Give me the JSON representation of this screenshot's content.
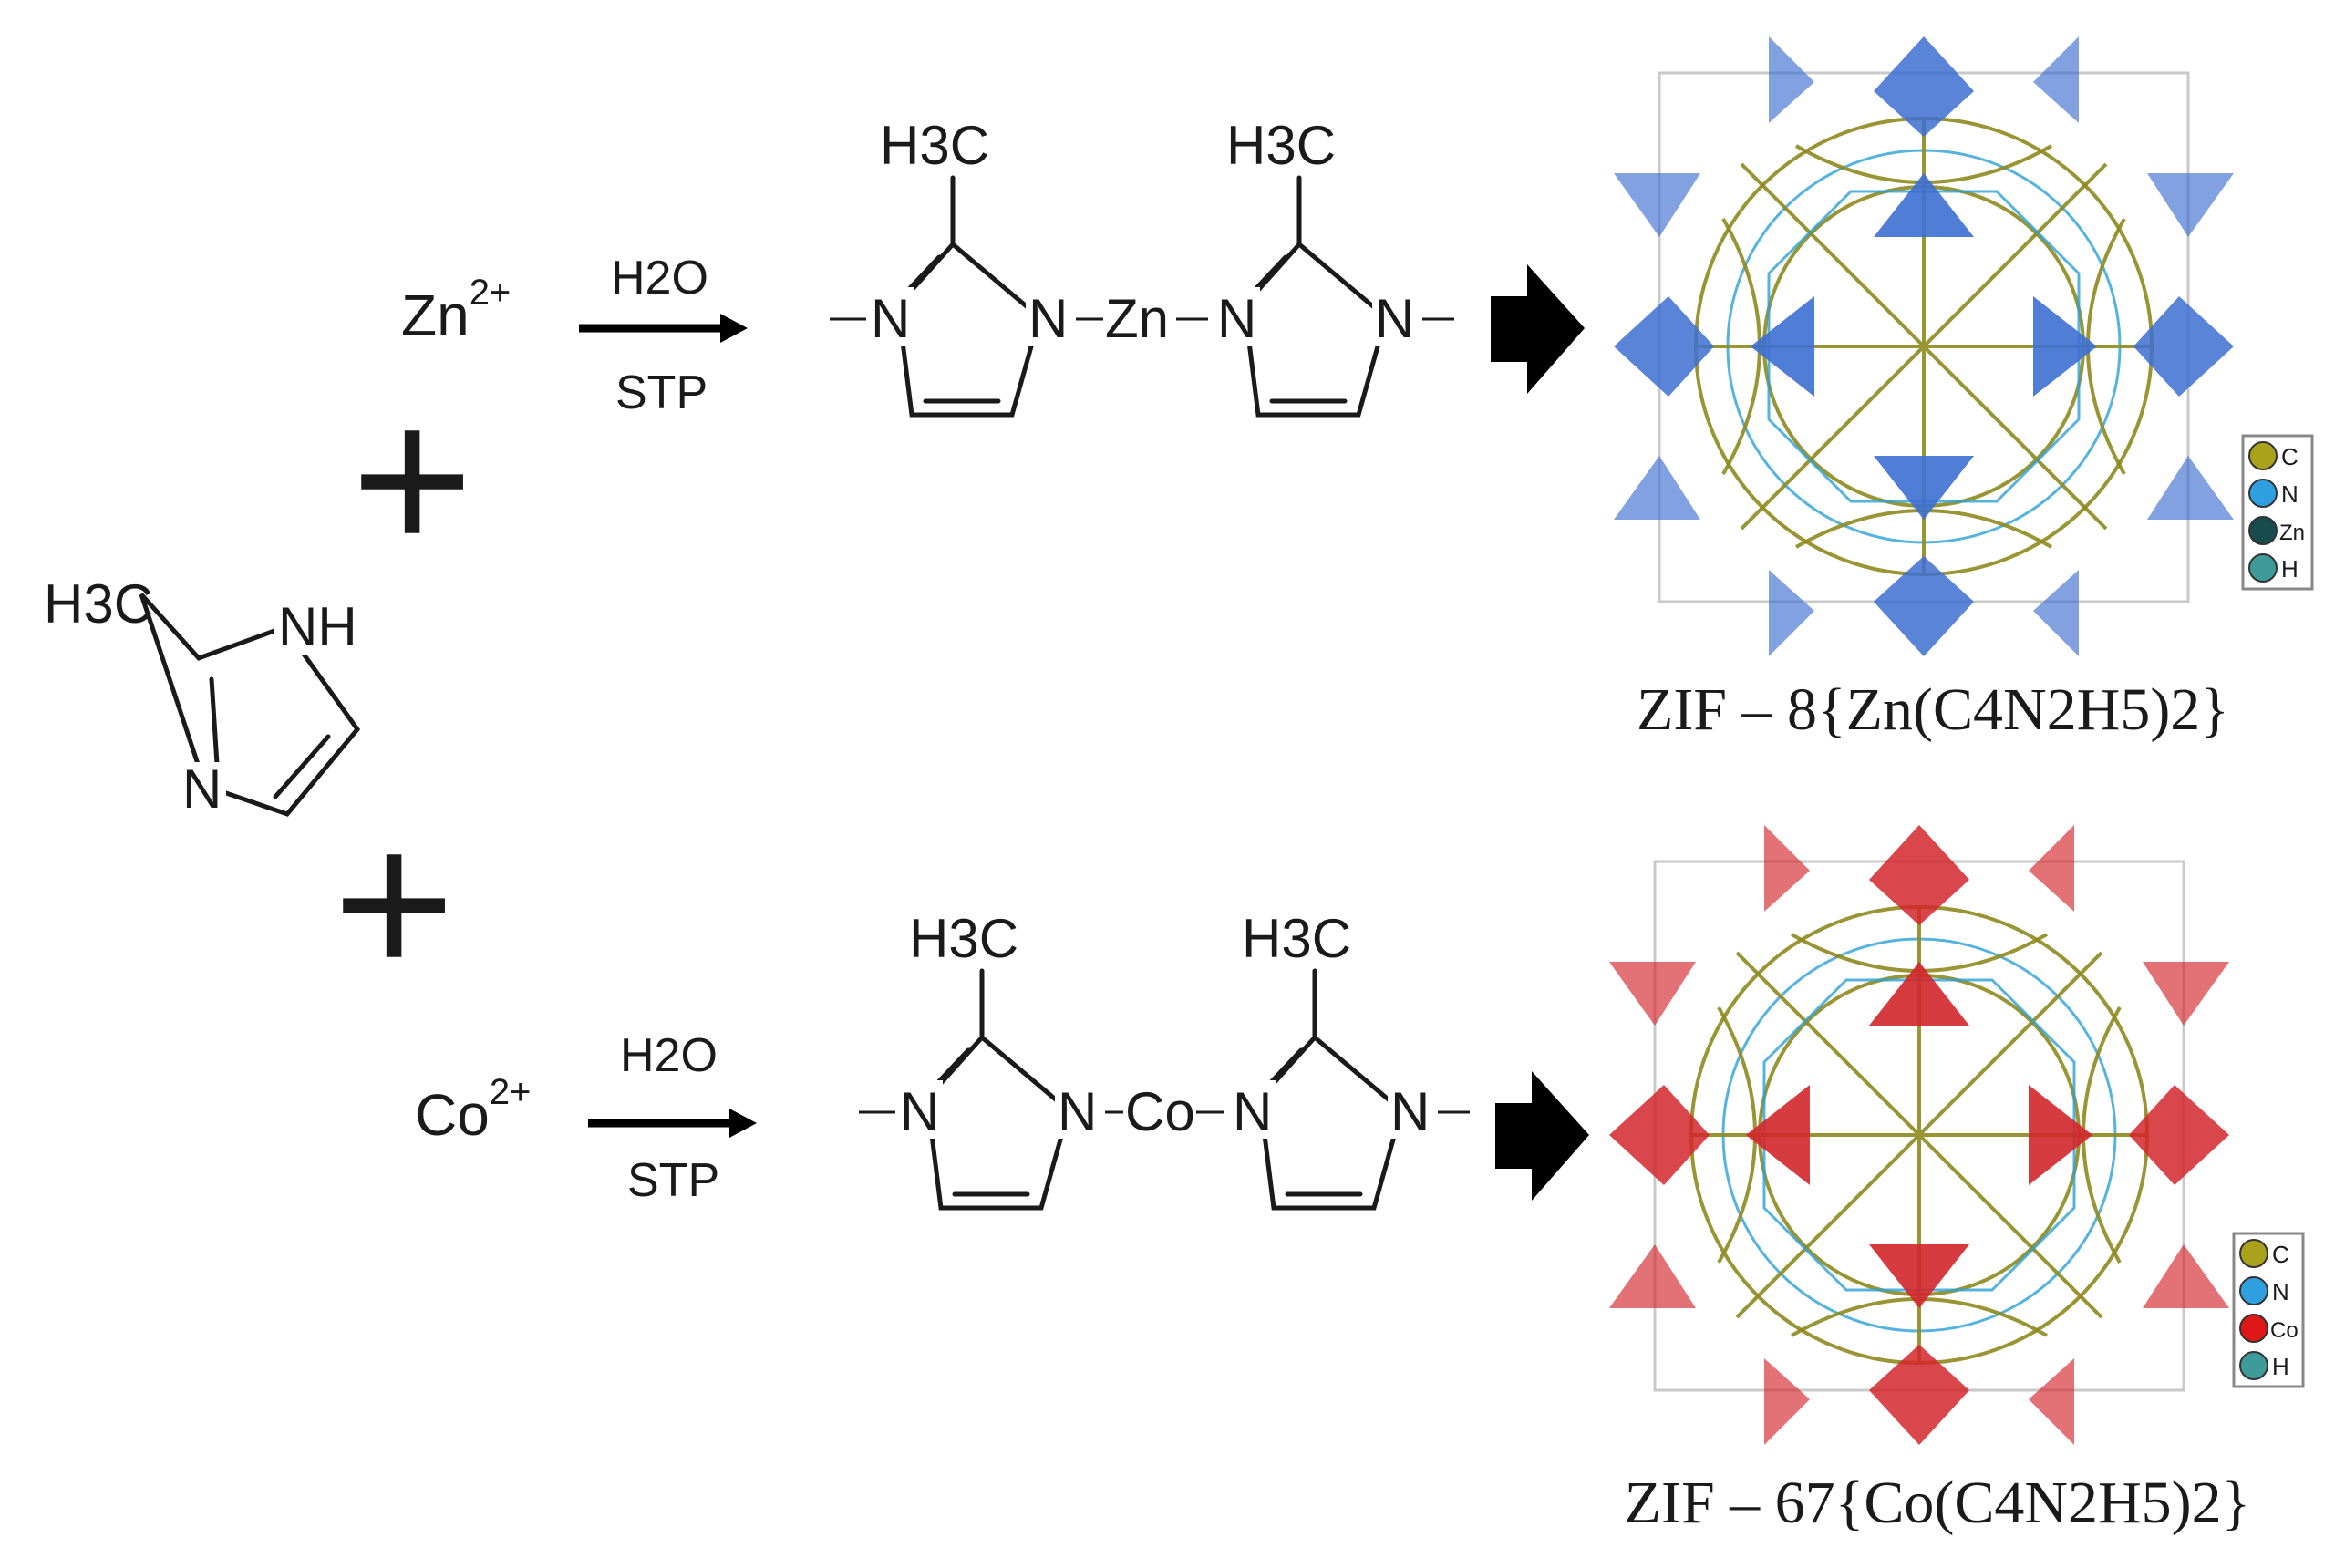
{
  "reactant": {
    "ligand": {
      "methyl": "H3C",
      "nh": "NH",
      "n": "N"
    },
    "plus_symbol": "+"
  },
  "reactions": [
    {
      "metal": "Zn",
      "charge": "2+",
      "condition_top": "H2O",
      "condition_bottom": "STP",
      "product_chain": {
        "left_n": "N",
        "right_n": "N",
        "metal": "Zn",
        "methyl": "H3C"
      },
      "framework_label": "ZIF – 8{Zn(C4N2H5)2}",
      "framework_color": "#3d6fd1",
      "legend": [
        {
          "symbol": "C",
          "color": "#a9a21a"
        },
        {
          "symbol": "N",
          "color": "#2f9fe0"
        },
        {
          "symbol": "Zn",
          "color": "#174b4e"
        },
        {
          "symbol": "H",
          "color": "#3f9a9a"
        }
      ]
    },
    {
      "metal": "Co",
      "charge": "2+",
      "condition_top": "H2O",
      "condition_bottom": "STP",
      "product_chain": {
        "left_n": "N",
        "right_n": "N",
        "metal": "Co",
        "methyl": "H3C"
      },
      "framework_label": "ZIF – 67{Co(C4N2H5)2}",
      "framework_color": "#d2262b",
      "legend": [
        {
          "symbol": "C",
          "color": "#a9a21a"
        },
        {
          "symbol": "N",
          "color": "#2f9fe0"
        },
        {
          "symbol": "Co",
          "color": "#e01717"
        },
        {
          "symbol": "H",
          "color": "#3f9a9a"
        }
      ]
    }
  ]
}
